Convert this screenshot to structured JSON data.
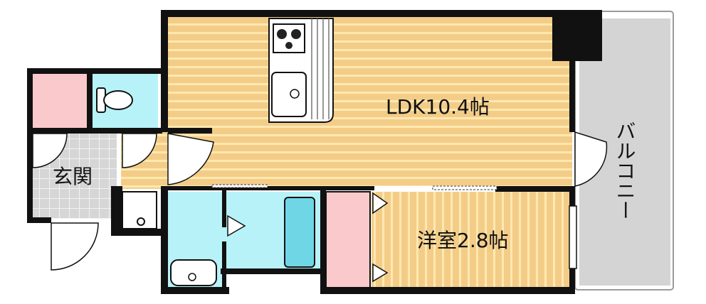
{
  "rooms": {
    "ldk": "LDK10.4帖",
    "bedroom": "洋室2.8帖",
    "entrance": "玄関",
    "balcony": "バルコニー"
  },
  "colors": {
    "wood_floor": "#f3cd88",
    "wood_stripe": "#ffe8b0",
    "wet_area": "#b7f2f8",
    "closet": "#f9c9cc",
    "entrance_floor": "#d9d9d9",
    "balcony_floor": "#d4d4d4",
    "wall": "#111111"
  }
}
